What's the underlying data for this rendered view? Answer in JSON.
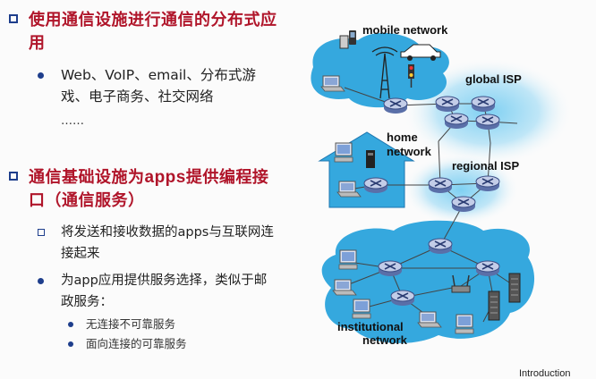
{
  "bullets": {
    "b1": "使用通信设施进行通信的分布式应用",
    "b1_sub": "Web、VoIP、email、分布式游戏、电子商务、社交网络",
    "b1_ellipsis": "……",
    "b2_prefix": "通信基础设施为",
    "b2_apps": "apps",
    "b2_suffix": "提供编程接口（通信服务）",
    "b2_sub1": "将发送和接收数据的apps与互联网连接起来",
    "b2_sub2": "为app应用提供服务选择，类似于邮政服务：",
    "b2_sub2_a": "无连接不可靠服务",
    "b2_sub2_b": "面向连接的可靠服务"
  },
  "diagram": {
    "mobile_network": "mobile network",
    "global_isp": "global ISP",
    "home_network_1": "home",
    "home_network_2": "network",
    "regional_isp": "regional ISP",
    "institutional_1": "institutional",
    "institutional_2": "network"
  },
  "footer": "Introduction",
  "colors": {
    "title_red": "#b0152a",
    "bullet_blue": "#1e3e8c",
    "cloud_blue": "#3ab0e4"
  }
}
